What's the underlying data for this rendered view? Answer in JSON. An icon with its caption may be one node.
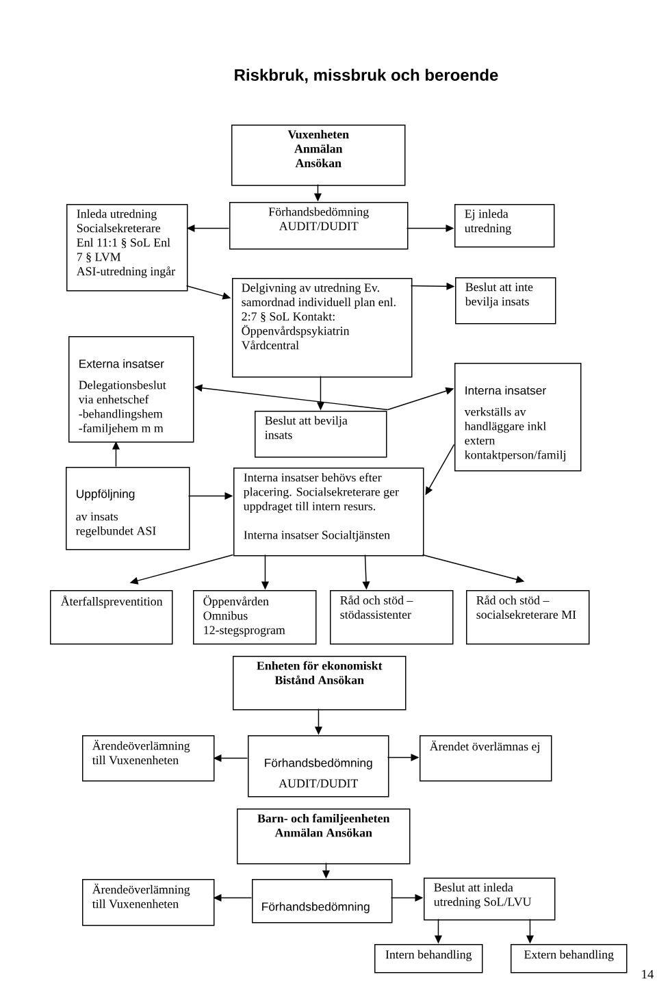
{
  "diagram": {
    "title": "Riskbruk, missbruk och beroende",
    "nodes": [
      {
        "text": [
          "Vuxenheten Anmälan Ansökan"
        ]
      },
      {
        "text": [
          "Inleda utredning Socialsekreterare Enl 11:1 § SoL Enl 7 § LVM ASI-utredning ingår"
        ]
      },
      {
        "text": [
          "Förhandsbedömning AUDIT/DUDIT"
        ]
      },
      {
        "text": [
          "Ej inleda utredning"
        ]
      },
      {
        "text": [
          "Delgivning av utredning Ev. samordnad individuell plan enl. 2:7 § SoL Kontakt: Öppenvårdspsykiatrin Vårdcentral"
        ]
      },
      {
        "text": [
          "Beslut att inte bevilja insats"
        ]
      },
      {
        "text": [
          "Externa insatser",
          "Delegationsbeslut via enhetschef -behandlingshem -familjehem m m"
        ]
      },
      {
        "text": [
          "Interna insatser",
          "verkställs av handläggare inkl extern kontaktperson/familj"
        ]
      },
      {
        "text": [
          "Beslut att bevilja insats"
        ]
      },
      {
        "text": [
          "Uppföljning",
          "av insats regelbundet ASI"
        ]
      },
      {
        "text": [
          "Interna insatser behövs efter placering. Socialsekreterare ger uppdraget till intern resurs.",
          "Interna insatser Socialtjänsten"
        ]
      },
      {
        "text": [
          "Återfallspreventition"
        ]
      },
      {
        "text": [
          "Öppenvården Omnibus 12-stegsprogram"
        ]
      },
      {
        "text": [
          "Råd och stöd – stödassistenter"
        ]
      },
      {
        "text": [
          "Råd och stöd – socialsekreterare MI"
        ]
      },
      {
        "text": [
          "Enheten för ekonomiskt Bistånd Ansökan"
        ]
      },
      {
        "text": [
          "Ärendeöverlämning till Vuxenenheten"
        ]
      },
      {
        "text": [
          "Förhandsbedömning",
          "AUDIT/DUDIT"
        ]
      },
      {
        "text": [
          "Ärendet överlämnas ej"
        ]
      },
      {
        "text": [
          "Barn- och familjeenheten Anmälan Ansökan"
        ]
      },
      {
        "text": [
          "Ärendeöverlämning till Vuxenenheten"
        ]
      },
      {
        "text": [
          "Förhandsbedömning"
        ]
      },
      {
        "text": [
          "Beslut att inleda utredning SoL/LVU"
        ]
      },
      {
        "text": [
          "Intern behandling"
        ]
      },
      {
        "text": [
          "Extern behandling"
        ]
      }
    ],
    "edges": [
      {
        "from": 0,
        "to": 2,
        "arrow": "to"
      },
      {
        "from": 2,
        "to": 1,
        "arrow": "to"
      },
      {
        "from": 2,
        "to": 3,
        "arrow": "to"
      },
      {
        "from": 1,
        "to": 4,
        "arrow": "to"
      },
      {
        "from": 4,
        "to": 5,
        "arrow": "to"
      },
      {
        "from": 4,
        "to": 8,
        "arrow": "to"
      },
      {
        "from": 8,
        "to": 6,
        "arrow": "to"
      },
      {
        "from": 8,
        "to": 7,
        "arrow": "to"
      },
      {
        "from": 7,
        "to": 10,
        "arrow": "to"
      },
      {
        "from": 9,
        "to": 6,
        "arrow": "to"
      },
      {
        "from": 9,
        "to": 10,
        "arrow": "to"
      },
      {
        "from": 10,
        "to": 11,
        "arrow": "to"
      },
      {
        "from": 10,
        "to": 12,
        "arrow": "to"
      },
      {
        "from": 10,
        "to": 13,
        "arrow": "to"
      },
      {
        "from": 10,
        "to": 14,
        "arrow": "to"
      },
      {
        "from": 15,
        "to": 17,
        "arrow": "to"
      },
      {
        "from": 17,
        "to": 16,
        "arrow": "to"
      },
      {
        "from": 17,
        "to": 18,
        "arrow": "to"
      },
      {
        "from": 19,
        "to": 21,
        "arrow": "to"
      },
      {
        "from": 21,
        "to": 20,
        "arrow": "to"
      },
      {
        "from": 21,
        "to": 22,
        "arrow": "to"
      },
      {
        "from": 22,
        "to": 23,
        "arrow": "to"
      },
      {
        "from": 22,
        "to": 24,
        "arrow": "to"
      }
    ],
    "labels": [
      "14"
    ]
  }
}
